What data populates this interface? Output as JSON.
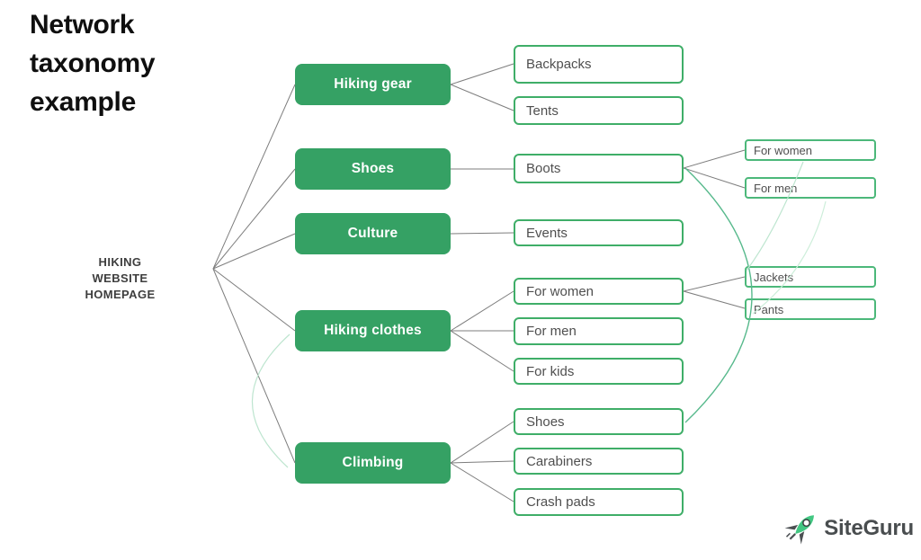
{
  "title": {
    "text": "Network taxonomy example"
  },
  "root": {
    "lines": [
      "HIKING",
      "WEBSITE",
      "HOMEPAGE"
    ]
  },
  "categories": [
    {
      "label": "Hiking gear",
      "children": [
        {
          "label": "Backpacks"
        },
        {
          "label": "Tents"
        }
      ]
    },
    {
      "label": "Shoes",
      "children": [
        {
          "label": "Boots",
          "children": [
            {
              "label": "For women"
            },
            {
              "label": "For men"
            }
          ]
        }
      ]
    },
    {
      "label": "Culture",
      "children": [
        {
          "label": "Events"
        }
      ]
    },
    {
      "label": "Hiking clothes",
      "children": [
        {
          "label": "For women",
          "children": [
            {
              "label": "Jackets"
            },
            {
              "label": "Pants"
            }
          ]
        },
        {
          "label": "For men"
        },
        {
          "label": "For kids"
        }
      ]
    },
    {
      "label": "Climbing",
      "children": [
        {
          "label": "Shoes"
        },
        {
          "label": "Carabiners"
        },
        {
          "label": "Crash pads"
        }
      ]
    }
  ],
  "cross_links": [
    {
      "from": "Boots",
      "to": "Shoes (Climbing)"
    },
    {
      "from": "For women (Boots)",
      "to": "Jackets"
    },
    {
      "from": "For men (Boots)",
      "to": "Pants"
    },
    {
      "from": "Hiking clothes",
      "to": "Climbing"
    }
  ],
  "logo": {
    "name": "SiteGuru",
    "icon": "rocket-icon"
  },
  "colors": {
    "node_fill_green": "#35a164",
    "node_border_green": "#3fae68",
    "connector_gray": "#7d7d7d",
    "cross_link_green": "#57b98c",
    "cross_link_light_green": "#bde5cf",
    "title_black": "#0f0f0f",
    "label_gray": "#4f4f4f",
    "logo_green": "#42c782",
    "logo_dark": "#4b4f52"
  }
}
